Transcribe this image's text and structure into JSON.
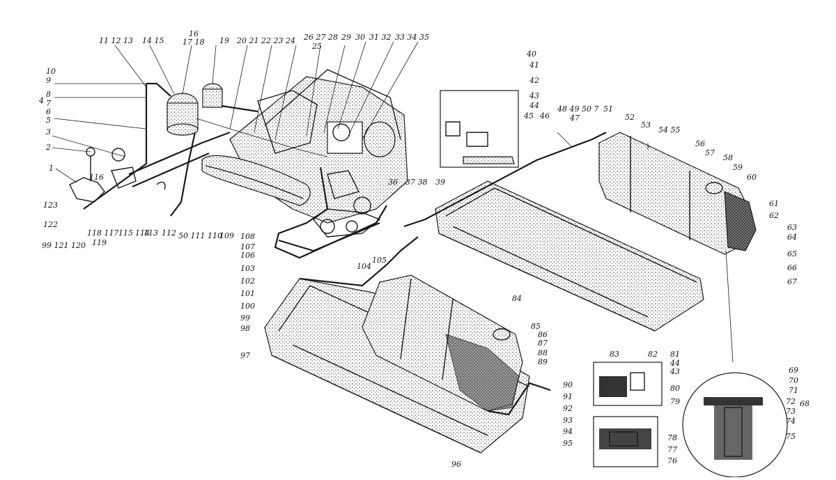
{
  "callouts": {
    "top_left": [
      "11 12 13",
      "14 15",
      "16",
      "17 18",
      "19",
      "20 21 22 23 24",
      "26 27 28",
      "25",
      "29",
      "30",
      "31 32",
      "33 34 35"
    ],
    "left_column": [
      "10",
      "9",
      "8",
      "7",
      "6",
      "5",
      "4",
      "3",
      "2",
      "1",
      "123",
      "122"
    ],
    "bottom_left": [
      "116",
      "118 117",
      "119",
      "115",
      "114",
      "113",
      "112",
      "99 121 120",
      "50 111 110",
      "109"
    ],
    "center_left": [
      "108",
      "107",
      "106",
      "103",
      "102",
      "101",
      "100",
      "104",
      "105",
      "99",
      "98",
      "97"
    ],
    "center": [
      "36",
      "37 38",
      "39",
      "46",
      "48 49 50 7",
      "47",
      "51",
      "40",
      "41",
      "42",
      "43",
      "44",
      "45"
    ],
    "right_tank": [
      "52",
      "53",
      "54 55",
      "56",
      "57",
      "58",
      "59",
      "60",
      "61",
      "62",
      "63",
      "64",
      "65",
      "66",
      "67"
    ],
    "middle_tank": [
      "84",
      "85",
      "86",
      "87",
      "88",
      "89",
      "90",
      "91",
      "92",
      "93",
      "94",
      "95",
      "96"
    ],
    "detail_small": [
      "83",
      "82",
      "81",
      "44",
      "43",
      "80",
      "79",
      "78",
      "77",
      "76"
    ],
    "detail_round": [
      "69",
      "70",
      "71",
      "72",
      "68",
      "73",
      "74",
      "75"
    ]
  }
}
